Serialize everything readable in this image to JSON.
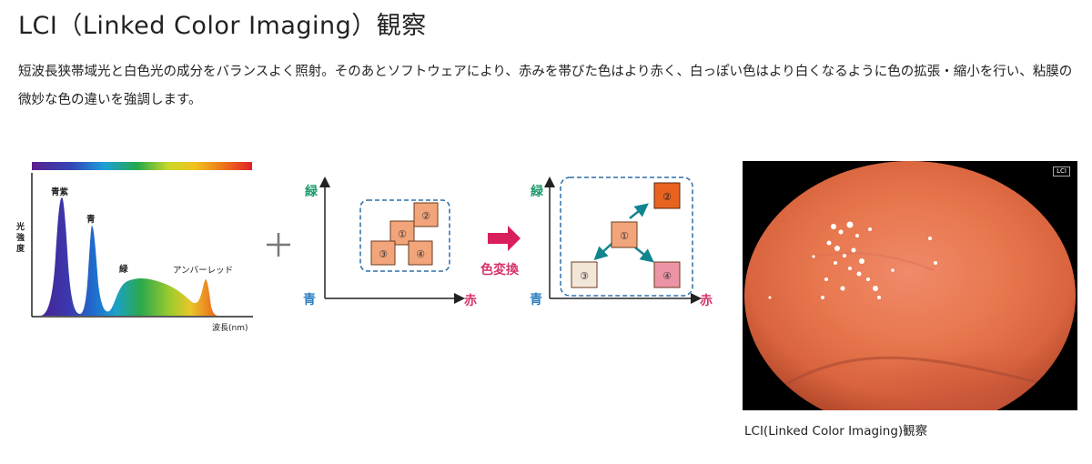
{
  "title": "LCI（Linked Color Imaging）観察",
  "description": "短波長狭帯域光と白色光の成分をバランスよく照射。そのあとソフトウェアにより、赤みを帯びた色はより赤く、白っぽい色はより白くなるように色の拡張・縮小を行い、粘膜の微妙な色の違いを強調します。",
  "spectrum": {
    "y_label": "光強度",
    "x_label": "波長(nm)",
    "peaks": {
      "blue_violet": "青紫",
      "blue": "青",
      "green": "緑",
      "amber_red": "アンバーレッド"
    }
  },
  "plus_sign": "+",
  "color_before": {
    "y_axis": "緑",
    "x_axis_left": "青",
    "x_axis_right": "赤",
    "markers": [
      "①",
      "②",
      "③",
      "④"
    ]
  },
  "conversion": {
    "label": "色変換"
  },
  "color_after": {
    "y_axis": "緑",
    "x_axis_left": "青",
    "x_axis_right": "赤",
    "markers": [
      "①",
      "②",
      "③",
      "④"
    ]
  },
  "photo": {
    "badge": "LCI"
  },
  "caption": "LCI(Linked Color Imaging)観察",
  "colors": {
    "axis_green": "#1d9a6c",
    "axis_blue": "#2f7fc1",
    "axis_red": "#d6336c",
    "box_dashed": "#2f6fa8",
    "arrow_teal": "#11858f",
    "convert_arrow": "#d81e5b"
  }
}
